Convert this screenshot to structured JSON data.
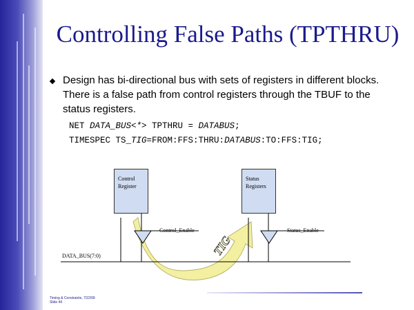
{
  "slide": {
    "title": "Controlling False Paths (TPTHRU)",
    "bullet_text": "Design has bi-directional bus with sets of registers in different blocks. There is a false path from control registers through the TBUF to the status registers.",
    "code_line1": {
      "p1": "NET ",
      "p2": "DATA_BUS<*>",
      "p3": " TPTHRU = ",
      "p4": "DATABUS",
      "p5": ";"
    },
    "code_line2": {
      "p1": "TIMESPEC TS_",
      "p2": "TIG",
      "p3": "=FROM:FFS:THRU:",
      "p4": "DATABUS",
      "p5": ":TO:FFS:TIG;"
    }
  },
  "diagram": {
    "control_register_line1": "Control",
    "control_register_line2": "Register",
    "status_registers_line1": "Status",
    "status_registers_line2": "Registers",
    "control_enable": "Control_Enable",
    "status_enable": "Status_Enable",
    "data_bus": "DATA_BUS(7:0)",
    "tig_label": "TIG",
    "arrow_color": "#f4f0a2"
  },
  "footer": {
    "line1": "Timing & Constraints, 7/22/99",
    "line2": "Slide 44"
  }
}
